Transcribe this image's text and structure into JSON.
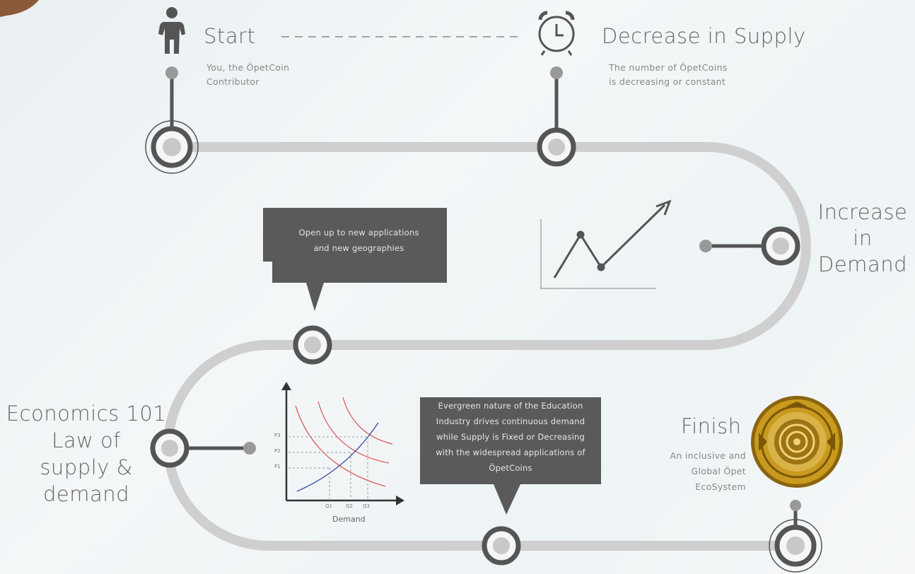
{
  "colors": {
    "path": "#cfcfcf",
    "node_ring": "#555555",
    "node_fill": "#c8c8c8",
    "bubble": "#5a5a5a",
    "curve_red": "#e05a5a",
    "curve_blue": "#3a4aa0",
    "coin_gold": "#c89a1e"
  },
  "steps": {
    "start": {
      "title": "Start",
      "subtitle": [
        "You, the ÖpetCoin",
        "Contributor"
      ],
      "icon": "person-icon"
    },
    "supply": {
      "title": "Decrease in Supply",
      "subtitle": [
        "The number of ÖpetCoins",
        "is decreasing or constant"
      ],
      "icon": "alarm-clock-icon"
    },
    "demand": {
      "title": [
        "Increase",
        "in",
        "Demand"
      ],
      "icon": "trend-chart-icon"
    },
    "applications": {
      "text": [
        "Open up to new applications",
        "and new geographies"
      ]
    },
    "economics": {
      "title": [
        "Economics 101",
        "Law of",
        "supply &",
        "demand"
      ],
      "chart_xlabel": "Demand",
      "chart_yticks": [
        "P3",
        "P2",
        "P1"
      ],
      "chart_xticks": [
        "Q1",
        "Q2",
        "Q3"
      ]
    },
    "evergreen": {
      "text": [
        "Evergreen nature of the Education",
        "Industry drives continuous demand",
        "while Supply is Fixed or Decreasing",
        "with the widespread applications of",
        "ÖpetCoins"
      ]
    },
    "finish": {
      "title": "Finish",
      "subtitle": [
        "An inclusive and",
        "Global Öpet",
        "EcoSystem"
      ],
      "icon": "opet-coin-icon"
    }
  }
}
